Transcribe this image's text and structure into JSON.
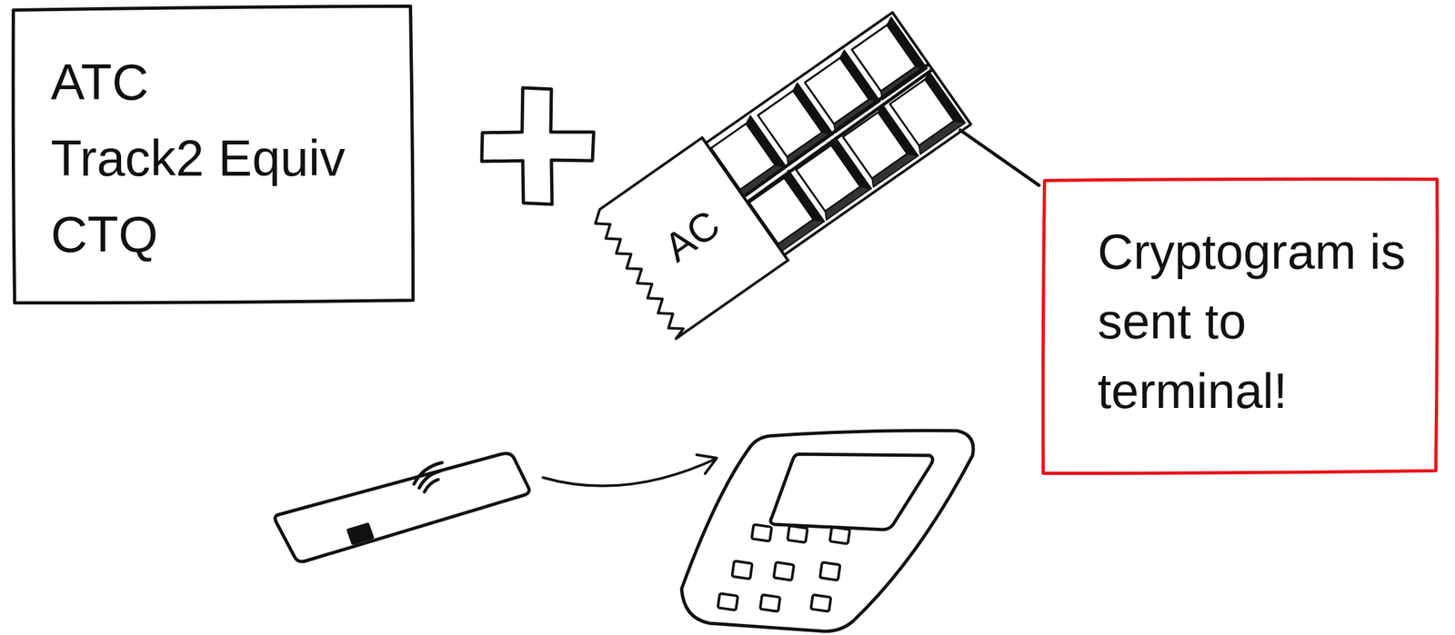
{
  "diagram": {
    "nodes": [
      {
        "text": [
          "ATC",
          "Track2 Equiv",
          "CTQ"
        ]
      },
      {
        "text": [
          "AC"
        ]
      },
      {
        "text": [
          "Cryptogram is sent to terminal!"
        ]
      }
    ],
    "edges": [
      {
        "from": 1,
        "to": 2,
        "arrow": "none"
      }
    ]
  }
}
